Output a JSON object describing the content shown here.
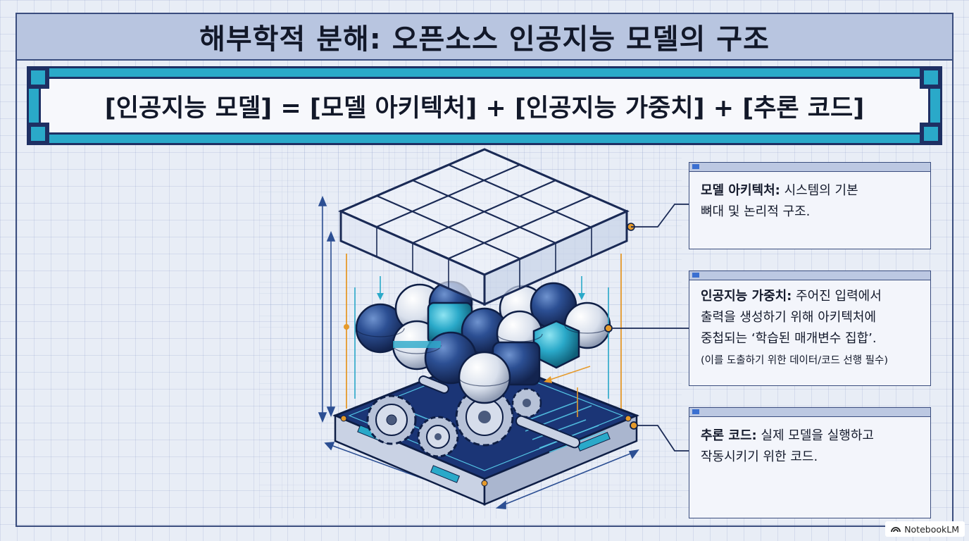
{
  "title": "해부학적 분해: 오픈소스 인공지능 모델의 구조",
  "equation": "[인공지능 모델] = [모델 아키텍처] + [인공지능 가중치] + [추론 코드]",
  "callouts": [
    {
      "term": "모델 아키텍처:",
      "lines": [
        "시스템의 기본",
        "뼈대 및 논리적 구조."
      ]
    },
    {
      "term": "인공지능 가중치:",
      "lines": [
        "주어진 입력에서",
        "출력을 생성하기 위해 아키텍처에",
        "중첩되는 ‘학습된 매개변수 집합’."
      ],
      "note": "(이를 도출하기 위한 데이터/코드 선행 필수)"
    },
    {
      "term": "추론 코드:",
      "lines": [
        "실제 모델을 실행하고",
        "작동시키기 위한 코드."
      ]
    }
  ],
  "branding": "NotebookLM",
  "colors": {
    "navy": "#1e2f63",
    "cyan": "#2aa9c9",
    "accent": "#e59a2b",
    "paper": "#e8edf6"
  }
}
